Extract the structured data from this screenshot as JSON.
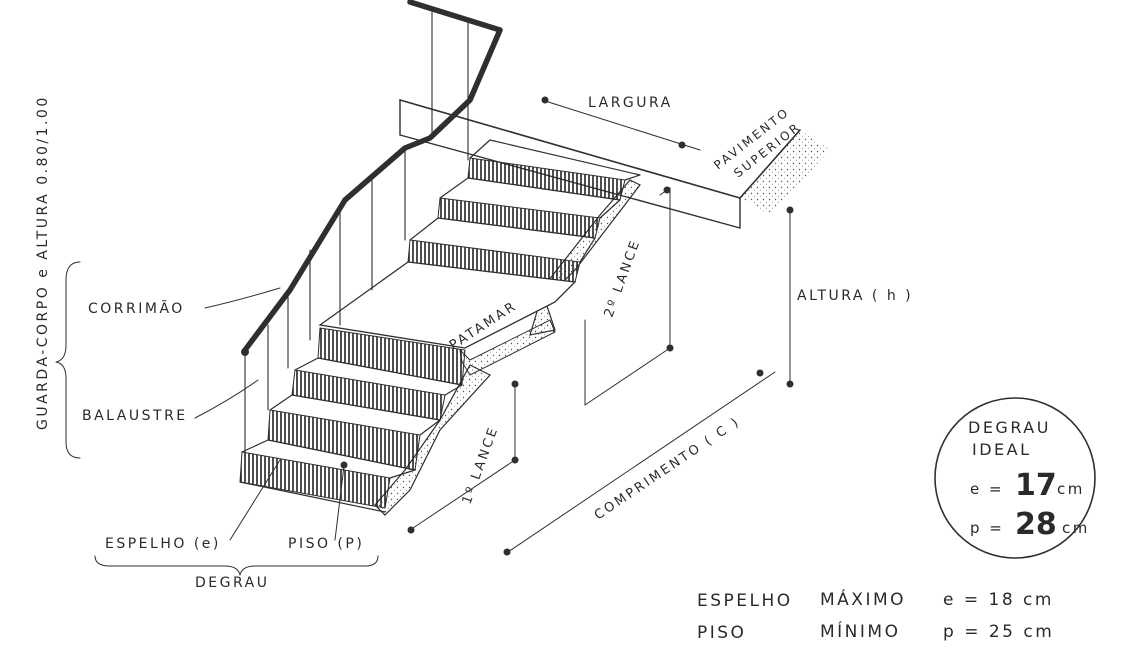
{
  "labels": {
    "guarda_corpo": "GUARDA-CORPO e ALTURA 0.80/1.00",
    "corrimao": "CORRIMÃO",
    "balaustre": "BALAUSTRE",
    "espelho": "ESPELHO (e)",
    "piso": "PISO (P)",
    "degrau": "DEGRAU",
    "largura": "LARGURA",
    "pavimento_line1": "PAVIMENTO",
    "pavimento_line2": "SUPERIOR",
    "patamar": "PATAMAR",
    "segundo_lance": "2º LANCE",
    "primeiro_lance": "1º LANCE",
    "altura": "ALTURA  ( h )",
    "comprimento": "COMPRIMENTO ( C )"
  },
  "degrau_ideal": {
    "title_line1": "DEGRAU",
    "title_line2": "IDEAL",
    "e_prefix": "e =",
    "e_value": "17",
    "e_unit": "cm",
    "p_prefix": "p =",
    "p_value": "28",
    "p_unit": "cm"
  },
  "limits": [
    {
      "name": "ESPELHO",
      "qualifier": "MÁXIMO",
      "value": "e = 18  cm"
    },
    {
      "name": "PISO",
      "qualifier": "MÍNIMO",
      "value": "p = 25  cm"
    }
  ]
}
